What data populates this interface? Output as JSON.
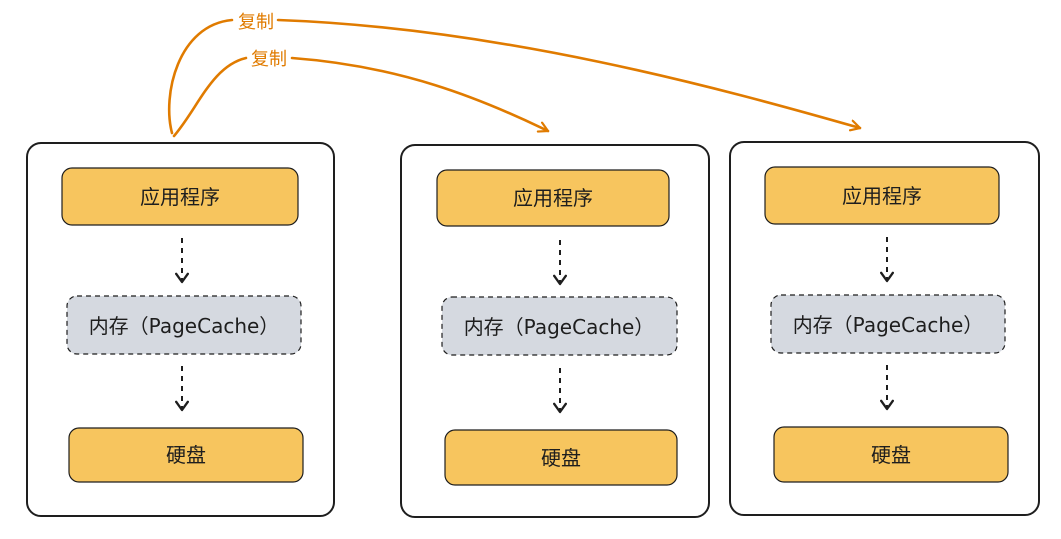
{
  "colors": {
    "server_border": "#1e1e1e",
    "app_fill": "#f7c55e",
    "disk_fill": "#f7c55e",
    "cache_fill": "#d5d9e0",
    "copy_arrow": "#e07b00",
    "dashed_arrow": "#1e1e1e"
  },
  "servers": [
    {
      "app_label": "应用程序",
      "cache_label": "内存（PageCache）",
      "disk_label": "硬盘"
    },
    {
      "app_label": "应用程序",
      "cache_label": "内存（PageCache）",
      "disk_label": "硬盘"
    },
    {
      "app_label": "应用程序",
      "cache_label": "内存（PageCache）",
      "disk_label": "硬盘"
    }
  ],
  "copy_arrows": [
    {
      "label": "复制"
    },
    {
      "label": "复制"
    }
  ]
}
